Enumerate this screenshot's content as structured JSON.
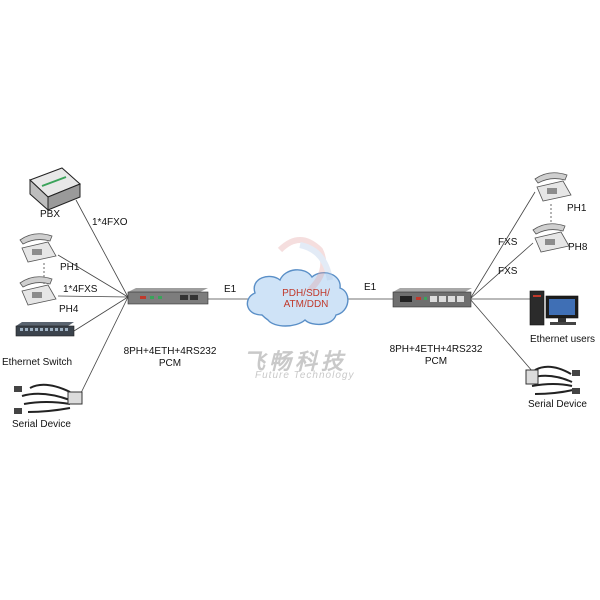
{
  "left_side": {
    "pbx_label": "PBX",
    "fxo_label": "1*4FXO",
    "ph1_label": "PH1",
    "fxs_label": "1*4FXS",
    "ph4_label": "PH4",
    "switch_label": "Ethernet Switch",
    "serial_label": "Serial Device",
    "pcm_label_line1": "8PH+4ETH+4RS232",
    "pcm_label_line2": "PCM",
    "e1_label": "E1"
  },
  "cloud": {
    "line1": "PDH/SDH/",
    "line2": "ATM/DDN"
  },
  "right_side": {
    "e1_label": "E1",
    "pcm_label_line1": "8PH+4ETH+4RS232",
    "pcm_label_line2": "PCM",
    "ph1_label": "PH1",
    "ph8_label": "PH8",
    "fxs_label_top": "FXS",
    "fxs_label_bottom": "FXS",
    "ethernet_users_label": "Ethernet users",
    "serial_label": "Serial Device"
  },
  "watermark": {
    "chinese": "飞畅科技",
    "english": "Future Technology"
  },
  "colors": {
    "line": "#444444",
    "cloud_fill": "#cfe3f7",
    "cloud_stroke": "#5a8fc7",
    "cloud_text": "#c0392b",
    "device_body": "#7d7d7d",
    "port_green": "#3aa35a",
    "port_red": "#c0392b"
  }
}
